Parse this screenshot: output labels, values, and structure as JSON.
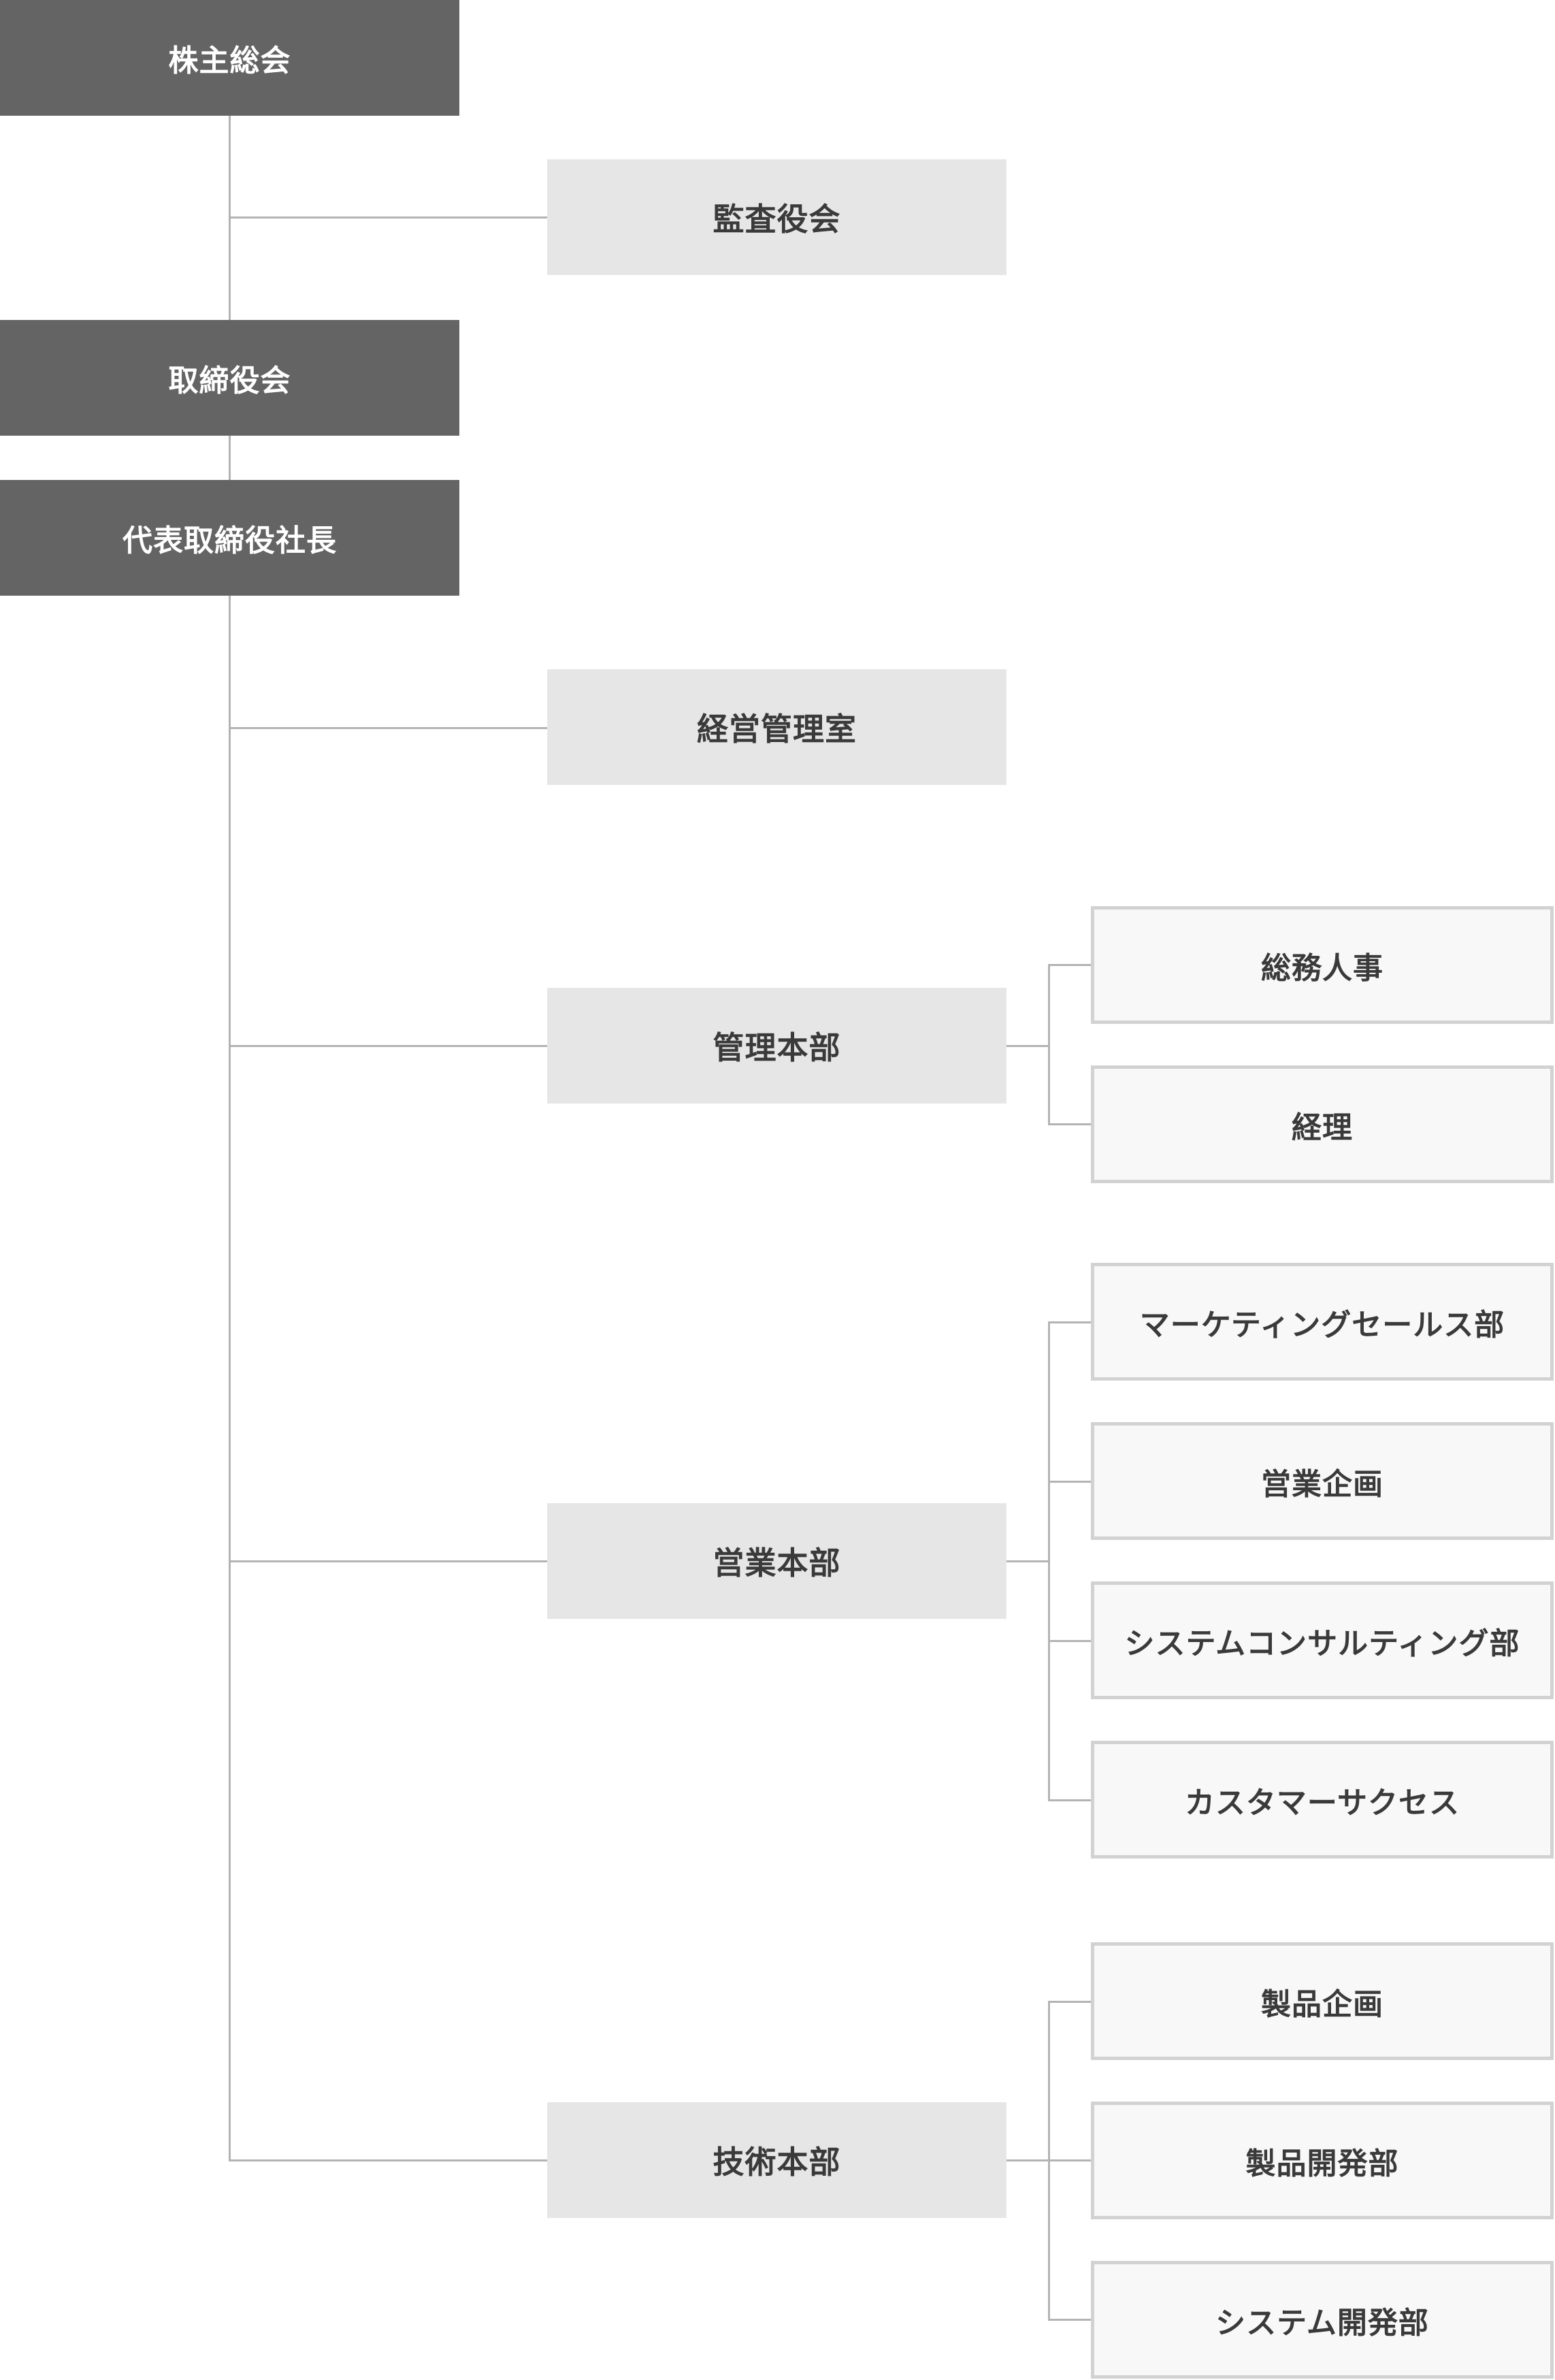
{
  "chart": {
    "top": [
      {
        "id": "shareholders",
        "label": "株主総会"
      },
      {
        "id": "board",
        "label": "取締役会"
      },
      {
        "id": "president",
        "label": "代表取締役社長"
      }
    ],
    "auditors": {
      "label": "監査役会"
    },
    "divisions": [
      {
        "id": "management-office",
        "label": "経営管理室",
        "departments": []
      },
      {
        "id": "administration",
        "label": "管理本部",
        "departments": [
          {
            "label": "総務人事"
          },
          {
            "label": "経理"
          }
        ]
      },
      {
        "id": "sales",
        "label": "営業本部",
        "departments": [
          {
            "label": "マーケティングセールス部"
          },
          {
            "label": "営業企画"
          },
          {
            "label": "システムコンサルティング部"
          },
          {
            "label": "カスタマーサクセス"
          }
        ]
      },
      {
        "id": "technology",
        "label": "技術本部",
        "departments": [
          {
            "label": "製品企画"
          },
          {
            "label": "製品開発部"
          },
          {
            "label": "システム開発部"
          }
        ]
      }
    ],
    "colors": {
      "executive_fill": "#646464",
      "executive_text": "#ffffff",
      "division_fill": "#e6e6e6",
      "department_fill": "#f8f8f8",
      "department_border": "#d2d2d2",
      "connector": "#b3b3b3",
      "text": "#3a3a3a"
    }
  }
}
